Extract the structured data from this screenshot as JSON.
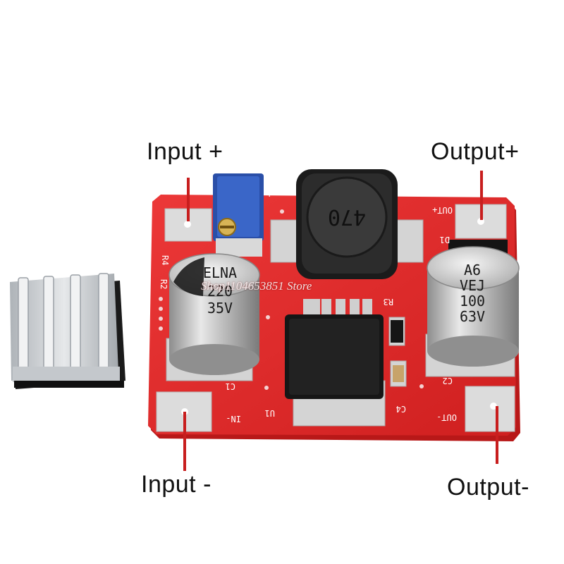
{
  "labels": {
    "input_plus": "Input +",
    "output_plus": "Output+",
    "input_minus": "Input -",
    "output_minus": "Output-"
  },
  "watermark": "Shop1104653851 Store",
  "board": {
    "silkscreen": {
      "out_plus": "OUT+",
      "out_minus": "OUT-",
      "in_minus": "IN-",
      "d1": "D1",
      "r4": "R4",
      "r2": "R2",
      "r3": "R3",
      "c1": "C1",
      "c2": "C2",
      "c4": "C4",
      "u1": "U1",
      "plus": "+"
    },
    "inductor_marking": "470",
    "cap_left": {
      "line1": "ELNA",
      "line2": "220",
      "line3": "35V"
    },
    "cap_right": {
      "line1": "A6",
      "line2": "VEJ",
      "line3": "100",
      "line4": "63V"
    }
  },
  "colors": {
    "pcb_red": "#e02a2a",
    "pad_silver": "#d8d8d8",
    "heatsink": "#c9ccd0",
    "trimmer_blue": "#2f57b8",
    "label_text": "#111111"
  }
}
